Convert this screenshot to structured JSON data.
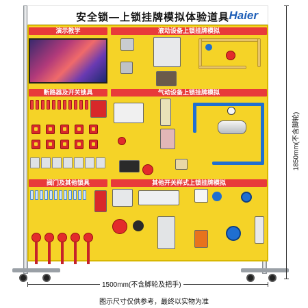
{
  "header": {
    "title": "安全锁—上锁挂牌模拟体验道具",
    "brand": "Haier"
  },
  "sections": {
    "teaching": "演示教学",
    "hydraulic": "液动设备上锁挂牌模拟",
    "breaker": "断路器及开关锁具",
    "pneumatic": "气动设备上锁挂牌模拟",
    "valve": "阀门及其他锁具",
    "other_switch": "其他开关样式上锁挂牌模拟"
  },
  "dimensions": {
    "width": "1500mm(不含脚轮及把手)",
    "height": "1850mm(不含脚轮)"
  },
  "footnote": "图示尺寸仅供参考，最终以实物为准",
  "colors": {
    "board": "#f5d327",
    "section_bar": "#e83a3a",
    "pipe": "#1f6fd1",
    "brand": "#1f5fb8"
  }
}
